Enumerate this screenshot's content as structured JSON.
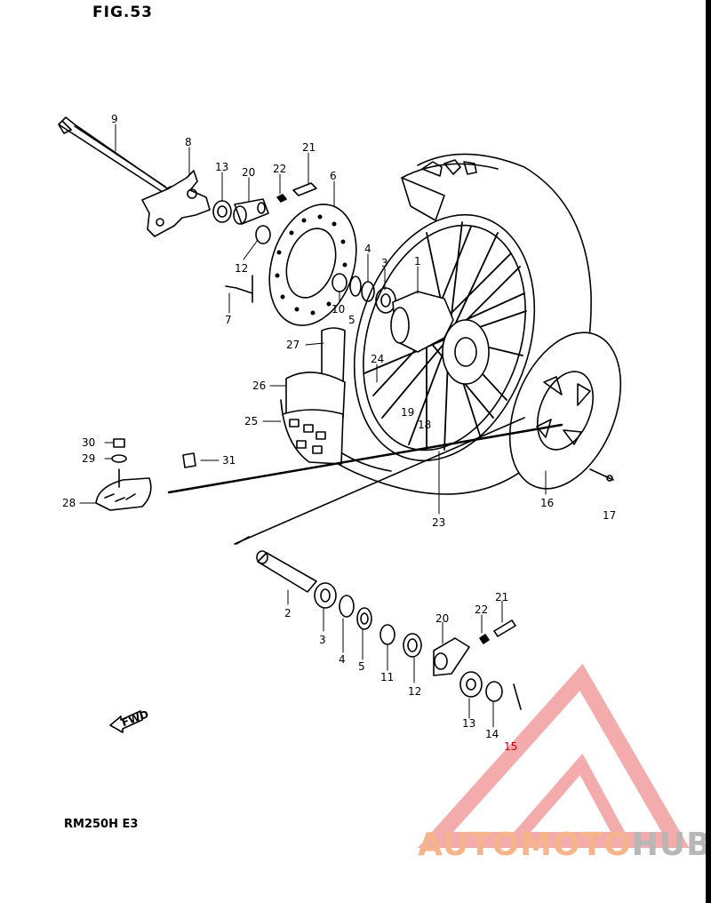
{
  "figure": {
    "title": "FIG.53",
    "model": "RM250H E3",
    "fwd_label": "FWD"
  },
  "callouts": [
    {
      "key": "c9",
      "text": "9"
    },
    {
      "key": "c8",
      "text": "8"
    },
    {
      "key": "c13a",
      "text": "13"
    },
    {
      "key": "c20a",
      "text": "20"
    },
    {
      "key": "c22a",
      "text": "22"
    },
    {
      "key": "c21a",
      "text": "21"
    },
    {
      "key": "c6",
      "text": "6"
    },
    {
      "key": "c12a",
      "text": "12"
    },
    {
      "key": "c7",
      "text": "7"
    },
    {
      "key": "c4a",
      "text": "4"
    },
    {
      "key": "c3a",
      "text": "3"
    },
    {
      "key": "c1",
      "text": "1"
    },
    {
      "key": "c10",
      "text": "10"
    },
    {
      "key": "c5a",
      "text": "5"
    },
    {
      "key": "c27",
      "text": "27"
    },
    {
      "key": "c24",
      "text": "24"
    },
    {
      "key": "c26",
      "text": "26"
    },
    {
      "key": "c19",
      "text": "19"
    },
    {
      "key": "c18",
      "text": "18"
    },
    {
      "key": "c25",
      "text": "25"
    },
    {
      "key": "c30",
      "text": "30"
    },
    {
      "key": "c29",
      "text": "29"
    },
    {
      "key": "c31",
      "text": "31"
    },
    {
      "key": "c28",
      "text": "28"
    },
    {
      "key": "c16",
      "text": "16"
    },
    {
      "key": "c17",
      "text": "17"
    },
    {
      "key": "c23",
      "text": "23"
    },
    {
      "key": "c2",
      "text": "2"
    },
    {
      "key": "c3b",
      "text": "3"
    },
    {
      "key": "c4b",
      "text": "4"
    },
    {
      "key": "c5b",
      "text": "5"
    },
    {
      "key": "c11",
      "text": "11"
    },
    {
      "key": "c12b",
      "text": "12"
    },
    {
      "key": "c20b",
      "text": "20"
    },
    {
      "key": "c22b",
      "text": "22"
    },
    {
      "key": "c21b",
      "text": "21"
    },
    {
      "key": "c13b",
      "text": "13"
    },
    {
      "key": "c14",
      "text": "14"
    },
    {
      "key": "c15",
      "text": "15"
    }
  ],
  "watermark": {
    "part1": "AUTOMOTO",
    "part2": "HUB",
    "color_main": "#f08f8f",
    "color_text1": "#f5b48a",
    "color_text2": "#b7b7b7"
  }
}
